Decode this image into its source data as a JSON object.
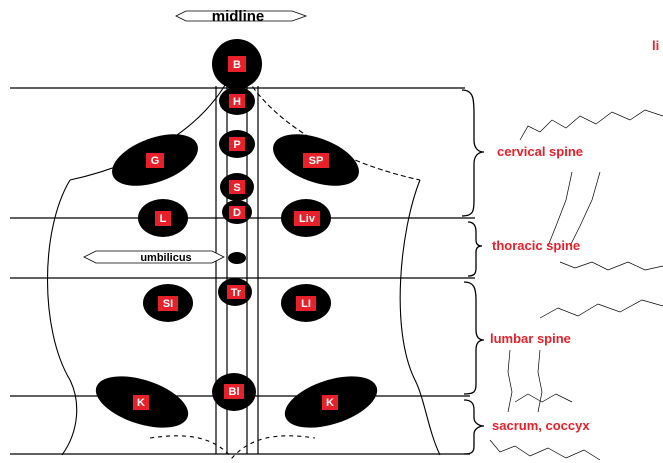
{
  "labels": {
    "midline": "midline",
    "umbilicus": "umbilicus",
    "corner": "li"
  },
  "spine_regions": [
    "cervical spine",
    "thoracic spine",
    "lumbar spine",
    "sacrum, coccyx"
  ],
  "organs": {
    "b_top": "B",
    "h": "H",
    "p": "P",
    "s": "S",
    "d": "D",
    "g": "G",
    "sp": "SP",
    "l": "L",
    "liv": "Liv",
    "tr": "Tr",
    "si": "SI",
    "li_organ": "LI",
    "bl": "Bl",
    "k_left": "K",
    "k_right": "K"
  },
  "colors": {
    "organ_fill": "#000000",
    "label_box": "#e8202a",
    "region_text": "#e8202a"
  }
}
